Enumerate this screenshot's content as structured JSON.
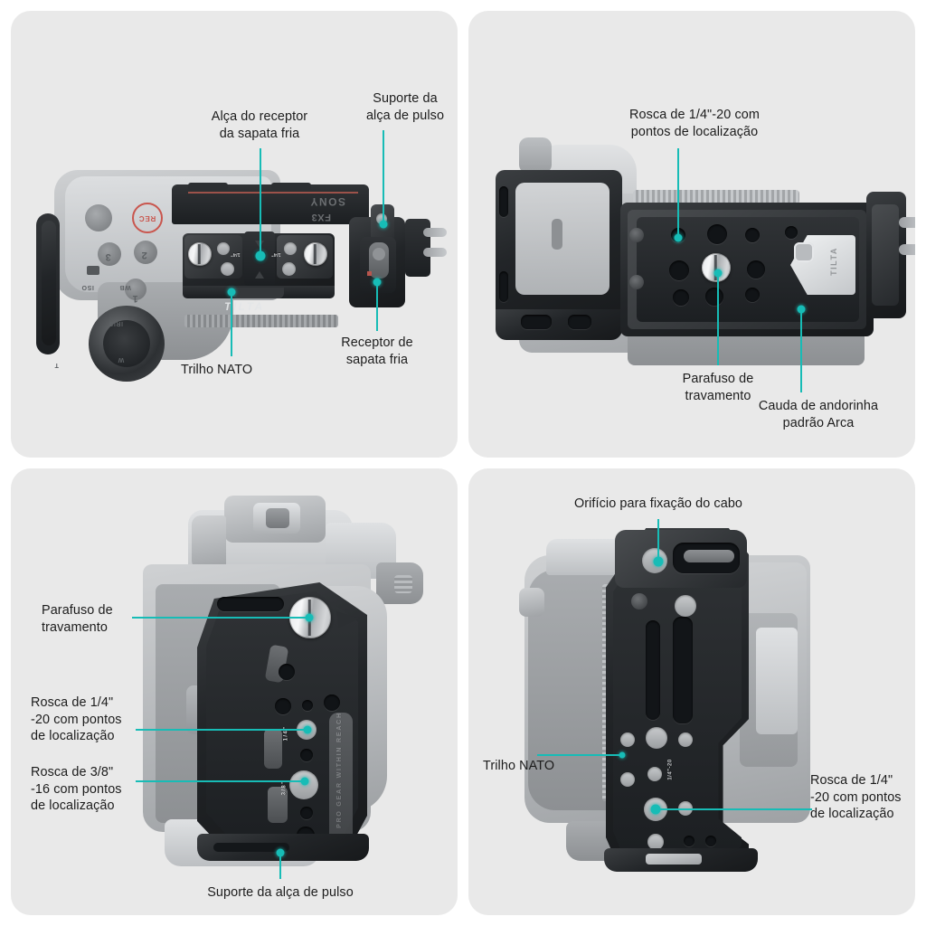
{
  "accent_color": "#17bcb6",
  "panel_bg": "#e9e9e9",
  "page_bg": "#ffffff",
  "text_color": "#1c1c1c",
  "product": {
    "brand": "TILTA",
    "camera_brand": "SONY",
    "camera_model": "FX3",
    "tagline": "PRO GEAR WITHIN REACH",
    "thread_marks": {
      "quarter": "1/4\"",
      "three_eighth": "3/8\"",
      "quarter_20": "1/4\"-20"
    },
    "camera_controls": [
      "REC",
      "ISO",
      "3",
      "WB",
      "2",
      "IRIS",
      "1",
      "W",
      "T"
    ]
  },
  "panels": [
    {
      "id": "top-view",
      "name": "top-view-panel",
      "callouts": [
        {
          "id": "cold-shoe-handle",
          "text": "Alça do receptor\nda sapata fria"
        },
        {
          "id": "wrist-strap-mount-top",
          "text": "Suporte da\nalça de pulso"
        },
        {
          "id": "nato-rail-top",
          "text": "Trilho NATO"
        },
        {
          "id": "cold-shoe-receiver",
          "text": "Receptor de\nsapata fria"
        }
      ]
    },
    {
      "id": "bottom-view",
      "name": "bottom-view-panel",
      "callouts": [
        {
          "id": "quarter-thread-bottom",
          "text": "Rosca de 1/4\"-20 com\npontos de localização"
        },
        {
          "id": "locking-screw-bottom",
          "text": "Parafuso de\ntravamento"
        },
        {
          "id": "arca-dovetail",
          "text": "Cauda de andorinha\npadrão Arca"
        }
      ]
    },
    {
      "id": "left-side-view",
      "name": "left-side-view-panel",
      "callouts": [
        {
          "id": "locking-screw-side",
          "text": "Parafuso de\ntravamento"
        },
        {
          "id": "quarter-thread-side",
          "text": "Rosca de 1/4\"\n-20 com pontos\nde localização"
        },
        {
          "id": "three-eighth-thread-side",
          "text": "Rosca de 3/8\"\n-16 com pontos\nde localização"
        },
        {
          "id": "wrist-strap-mount-side",
          "text": "Suporte da alça de pulso"
        }
      ]
    },
    {
      "id": "right-side-view",
      "name": "right-side-view-panel",
      "callouts": [
        {
          "id": "cable-clamp-hole",
          "text": "Orifício para fixação do cabo"
        },
        {
          "id": "nato-rail-side",
          "text": "Trilho NATO"
        },
        {
          "id": "quarter-thread-right",
          "text": "Rosca de 1/4\"\n-20 com pontos\nde localização"
        }
      ]
    }
  ]
}
